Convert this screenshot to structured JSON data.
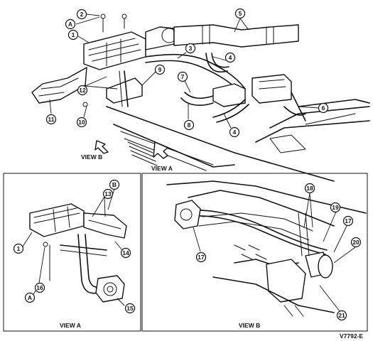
{
  "figure_id": "V7792-E",
  "view_labels": {
    "top_view_b_arrow": "VIEW B",
    "top_view_a_arrow": "VIEW A",
    "inset_a_caption": "VIEW A",
    "inset_b_caption": "VIEW B"
  },
  "callouts": {
    "main": [
      "A",
      "2",
      "1",
      "5",
      "3",
      "4",
      "9",
      "7",
      "12",
      "11",
      "10",
      "8",
      "4",
      "6"
    ],
    "inset_a": [
      "B",
      "13",
      "1",
      "14",
      "16",
      "A",
      "15"
    ],
    "inset_b": [
      "18",
      "19",
      "17",
      "20",
      "17",
      "21"
    ]
  }
}
